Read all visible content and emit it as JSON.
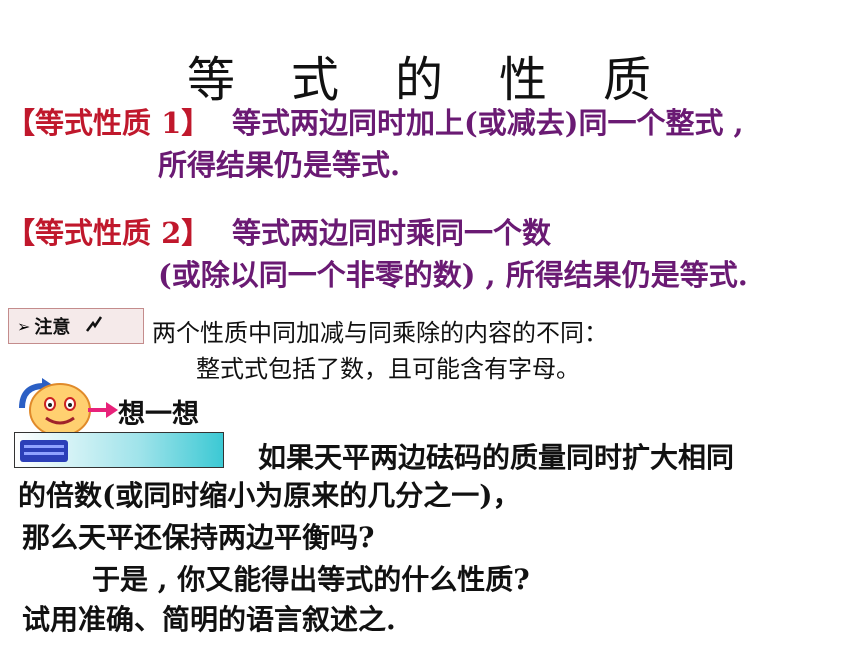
{
  "title": "等 式 的 性 质",
  "property1": {
    "label": "【等式性质 1】",
    "line1": "等式两边同时加上(或减去)同一个整式 ,",
    "line2": "所得结果仍是等式."
  },
  "property2": {
    "label": "【等式性质 2】",
    "line1": "等式两边同时乘同一个数",
    "line2": "(或除以同一个非零的数) , 所得结果仍是等式."
  },
  "note": {
    "label": "注意",
    "line1": "两个性质中同加减与同乘除的内容的不同：",
    "line2": "整式式包括了数，且可能含有字母。"
  },
  "think": {
    "label": "想一想",
    "line1": "如果天平两边砝码的质量同时扩大相同",
    "line2": "的倍数(或同时缩小为原来的几分之一)，",
    "line3": "那么天平还保持两边平衡吗?",
    "line4": "于是 , 你又能得出等式的什么性质?",
    "line5": "试用准确、简明的语言叙述之."
  },
  "colors": {
    "bracket": "#c0182c",
    "property_text": "#6a1a73",
    "bar_accent": "#3cc9d4"
  }
}
